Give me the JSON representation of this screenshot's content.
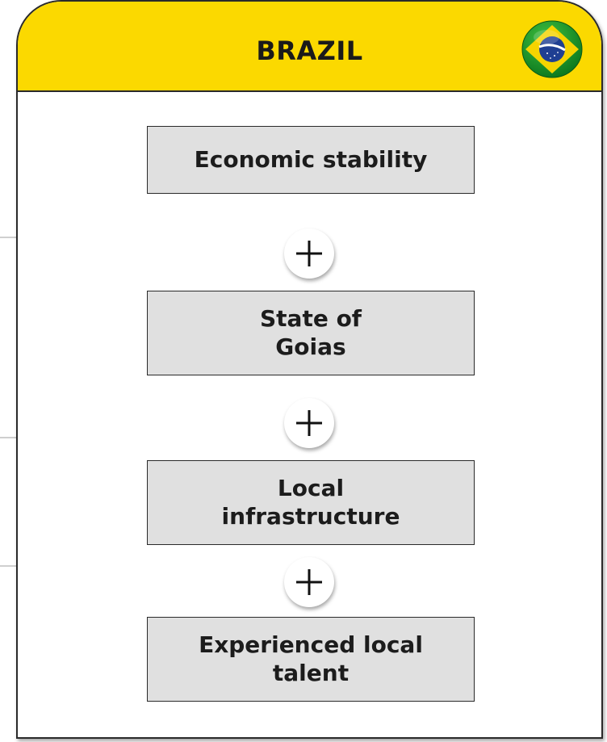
{
  "header": {
    "title": "BRAZIL",
    "flag_icon": "brazil-flag-icon",
    "color": "#fbd900"
  },
  "boxes": [
    {
      "label": "Economic stability"
    },
    {
      "label": "State of\nGoias"
    },
    {
      "label": "Local\ninfrastructure"
    },
    {
      "label": "Experienced local\ntalent"
    }
  ],
  "connector_icon": "plus-icon",
  "colors": {
    "box_fill": "#e0e0e0",
    "border": "#2a2a2a"
  }
}
